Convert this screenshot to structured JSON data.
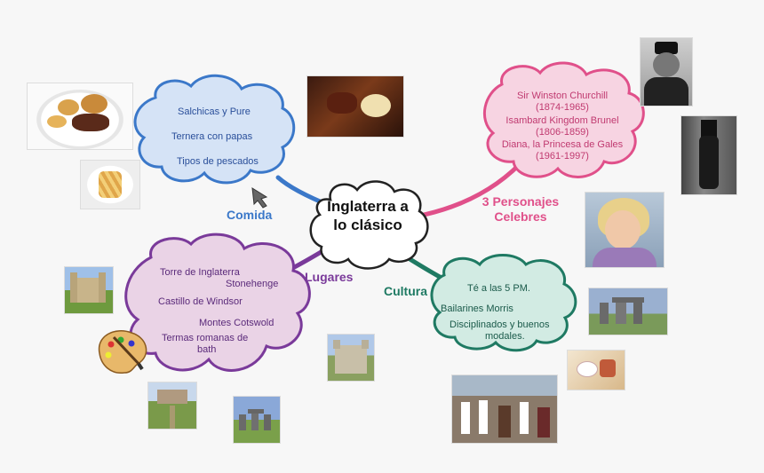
{
  "central": {
    "title": "Inglaterra a lo clásico"
  },
  "branches": {
    "comida": {
      "label": "Comida",
      "color": "#3b78c9",
      "items": [
        "Salchicas y Pure",
        "Ternera con papas",
        "Tipos de pescados"
      ]
    },
    "personajes": {
      "label": "3 Personajes Celebres",
      "color": "#e0508a",
      "items": [
        "Sir Winston Churchill",
        "(1874-1965)",
        "Isambard Kingdom Brunel",
        "(1806-1859)",
        "Diana, la Princesa de Gales",
        "(1961-1997)"
      ]
    },
    "lugares": {
      "label": "Lugares",
      "color": "#7a3a9a",
      "items": [
        "Torre de Inglaterra",
        "Stonehenge",
        "Castillo de Windsor",
        "Montes Cotswold",
        "Termas romanas de",
        "bath"
      ]
    },
    "cultura": {
      "label": "Cultura",
      "color": "#1f7a63",
      "items": [
        "Té a las 5 PM.",
        "Bailarines Morris",
        "Disciplinados y buenos",
        "modales."
      ]
    }
  },
  "icons": {
    "cursor": "arrow-cursor-icon",
    "palette": "paint-palette-icon"
  }
}
